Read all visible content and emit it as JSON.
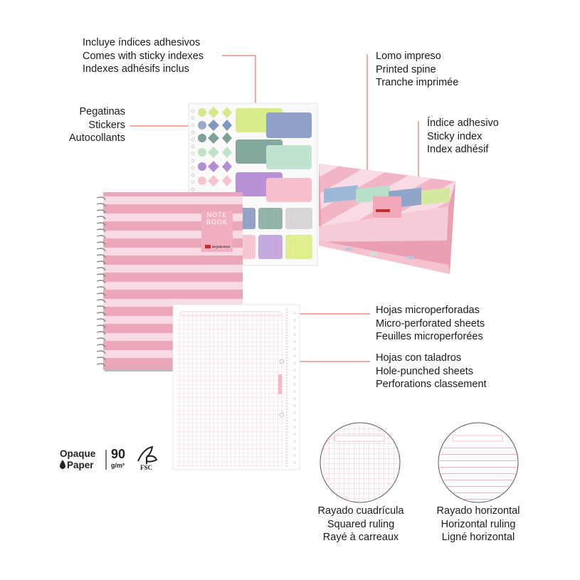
{
  "callouts": {
    "sticky_indexes": [
      "Incluye índices adhesivos",
      "Comes with sticky indexes",
      "Indexes adhésifs inclus"
    ],
    "stickers": [
      "Pegatinas",
      "Stickers",
      "Autocollants"
    ],
    "printed_spine": [
      "Lomo impreso",
      "Printed spine",
      "Tranche imprimée"
    ],
    "sticky_index": [
      "Índice adhesivo",
      "Sticky index",
      "Index adhésif"
    ],
    "micro_perforated": [
      "Hojas microperforadas",
      "Micro-perforated sheets",
      "Feuilles microperforées"
    ],
    "hole_punched": [
      "Hojas con taladros",
      "Hole-punched sheets",
      "Perforations classement"
    ]
  },
  "rulings": {
    "squared": [
      "Rayado cuadrícula",
      "Squared ruling",
      "Rayé à carreaux"
    ],
    "horizontal": [
      "Rayado horizontal",
      "Horizontal ruling",
      "Ligné horizontal"
    ]
  },
  "notebook_cover": {
    "label_line1": "NOTE",
    "label_line2": "BOOK",
    "brand": "MIQUELRIUS"
  },
  "badges": {
    "opaque_line1": "Opaque",
    "opaque_line2": "Paper",
    "weight_value": "90",
    "weight_unit": "g/m²",
    "fsc_label": "FSC"
  },
  "colors": {
    "pink_stripe": "#f2b9c9",
    "pink_light": "#f8d9e3",
    "callout_line": "#e05a4e",
    "grid_line": "#f0a8b8"
  }
}
